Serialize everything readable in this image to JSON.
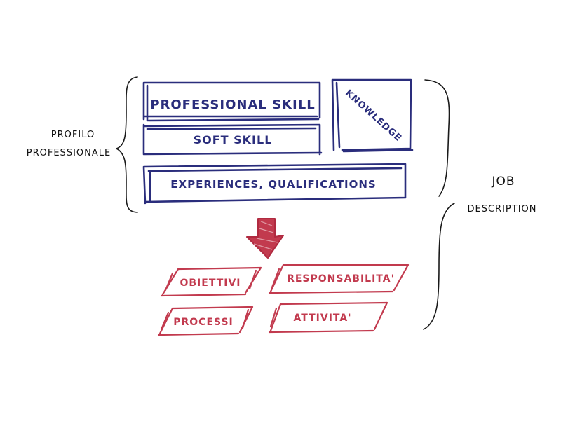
{
  "profile_label": {
    "line1": "PROFILO",
    "line2": "PROFESSIONALE"
  },
  "job_label": {
    "line1": "JOB",
    "line2": "DESCRIPTION"
  },
  "skill_boxes": {
    "professional_skill": "PROFESSIONAL SKILL",
    "soft_skill": "SOFT SKILL",
    "knowledge": "KNOWLEDGE",
    "experiences": "EXPERIENCES, QUALIFICATIONS"
  },
  "outcome_boxes": {
    "obiettivi": "OBIETTIVI",
    "responsabilita": "RESPONSABILITA'",
    "processi": "PROCESSI",
    "attivita": "ATTIVITA'"
  },
  "colors": {
    "blue": "#2a2d7c",
    "red": "#c23a4e",
    "ink": "#111111"
  }
}
